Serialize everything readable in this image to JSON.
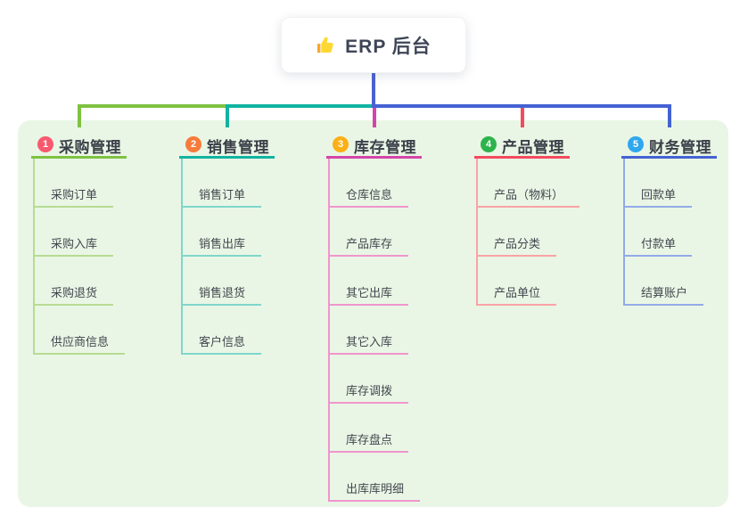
{
  "root": {
    "icon": "thumbs-up",
    "label": "ERP 后台"
  },
  "canvas": {
    "panel_bg": "#e9f6e5",
    "root_connector_color": "#4a61d2"
  },
  "branches": [
    {
      "num": "1",
      "title": "采购管理",
      "badge_color": "#f8596f",
      "line_color": "#7fc242",
      "sub_line_color": "#b6dc92",
      "items": [
        "采购订单",
        "采购入库",
        "采购退货",
        "供应商信息"
      ]
    },
    {
      "num": "2",
      "title": "销售管理",
      "badge_color": "#f77b3a",
      "line_color": "#12b3a2",
      "sub_line_color": "#7fd6cb",
      "items": [
        "销售订单",
        "销售出库",
        "销售退货",
        "客户信息"
      ]
    },
    {
      "num": "3",
      "title": "库存管理",
      "badge_color": "#fbb017",
      "line_color": "#d544a9",
      "sub_line_color": "#f095cd",
      "items": [
        "仓库信息",
        "产品库存",
        "其它出库",
        "其它入库",
        "库存调拨",
        "库存盘点",
        "出库库明细"
      ]
    },
    {
      "num": "4",
      "title": "产品管理",
      "badge_color": "#2eb34c",
      "line_color": "#f54a5e",
      "sub_line_color": "#f9a3a5",
      "items": [
        "产品（物料）",
        "产品分类",
        "产品单位"
      ]
    },
    {
      "num": "5",
      "title": "财务管理",
      "badge_color": "#2fa7ee",
      "line_color": "#4462d3",
      "sub_line_color": "#93aae8",
      "items": [
        "回款单",
        "付款单",
        "结算账户"
      ]
    }
  ]
}
